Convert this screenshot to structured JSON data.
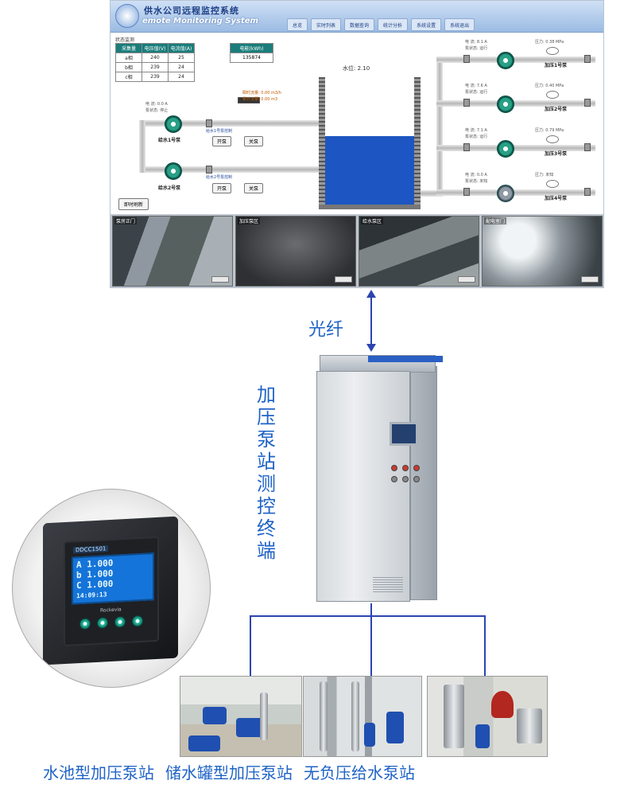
{
  "scada": {
    "title": "供水公司远程监控系统",
    "subtitle": "emote Monitoring System",
    "nav": [
      "总览",
      "实时列表",
      "数据查询",
      "统计分析",
      "系统设置",
      "系统退出"
    ],
    "status": {
      "label": "状态监测",
      "headers": [
        "采集量",
        "电压值(V)",
        "电流值(A)"
      ],
      "rows": [
        [
          "a相",
          "240",
          "25"
        ],
        [
          "b相",
          "239",
          "24"
        ],
        [
          "c相",
          "239",
          "24"
        ]
      ]
    },
    "energy": {
      "header": "电能(kWh)",
      "value": "135874"
    },
    "water_level_text": "水位: 2.10",
    "water_fill": 0.56,
    "flow": {
      "instant": "瞬时流量: 0.00 m3/h",
      "total": "累计流量: 0.00 m3"
    },
    "intake_pumps": [
      {
        "name": "给水1号泵",
        "info1": "电 流: 0.0 A",
        "info2": "泵状态: 停止",
        "control": "给水1号泵控制",
        "open": "开泵",
        "close": "关泵"
      },
      {
        "name": "给水2号泵",
        "control": "给水2号泵控制",
        "open": "开泵",
        "close": "关泵"
      }
    ],
    "booster_pumps": [
      {
        "name": "加压1号泵",
        "current": "电 流: 8.1 A",
        "state": "泵状态: 运行",
        "pressure": "压力: 0.38 MPa",
        "running": true
      },
      {
        "name": "加压2号泵",
        "current": "电 流: 7.6 A",
        "state": "泵状态: 运行",
        "pressure": "压力: 0.40 MPa",
        "running": true
      },
      {
        "name": "加压3号泵",
        "current": "电 流: 7.1 A",
        "state": "泵状态: 运行",
        "pressure": "压力: 0.79 MPa",
        "running": true
      },
      {
        "name": "加压4号泵",
        "current": "电 流: 0.0 A",
        "state": "泵状态: 未知",
        "pressure": "压力: 未知",
        "running": false
      }
    ],
    "link_button": "即时刷新",
    "cameras": [
      "泵房正门",
      "加压泵区",
      "给水泵区",
      "配电室门"
    ]
  },
  "fiber_label": "光纤",
  "terminal_label": "加压泵站测控终端",
  "controller": {
    "model": "DDCC1501",
    "lines": [
      "A  1.000",
      "b  1.000",
      "C  1.000",
      "14:09:13"
    ],
    "brand": "Rockevia"
  },
  "stations": [
    "水池型加压泵站",
    "储水罐型加压泵站",
    "无负压给水泵站"
  ],
  "colors": {
    "accent_blue": "#1f63c7",
    "line_blue": "#2b44b0",
    "water": "#1d56c2",
    "pump_green": "#28a086"
  }
}
